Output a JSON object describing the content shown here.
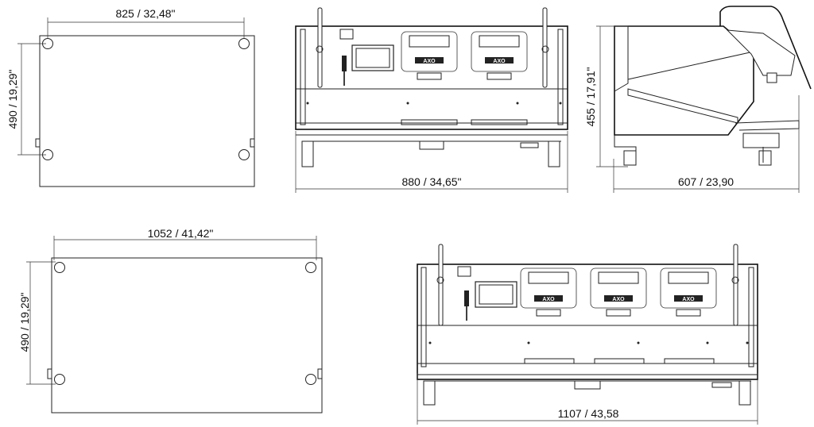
{
  "dimensions": {
    "top_left_width": "825 / 32,48\"",
    "top_left_height": "490 / 19,29\"",
    "front_2g_width": "880 / 34,65\"",
    "side_height": "455 / 17,91\"",
    "side_depth": "607 / 23,90",
    "bottom_left_width": "1052  / 41,42\"",
    "bottom_left_height": "490 / 19,29\"",
    "front_3g_width": "1107 / 43,58"
  },
  "group_head_label": "AXO"
}
